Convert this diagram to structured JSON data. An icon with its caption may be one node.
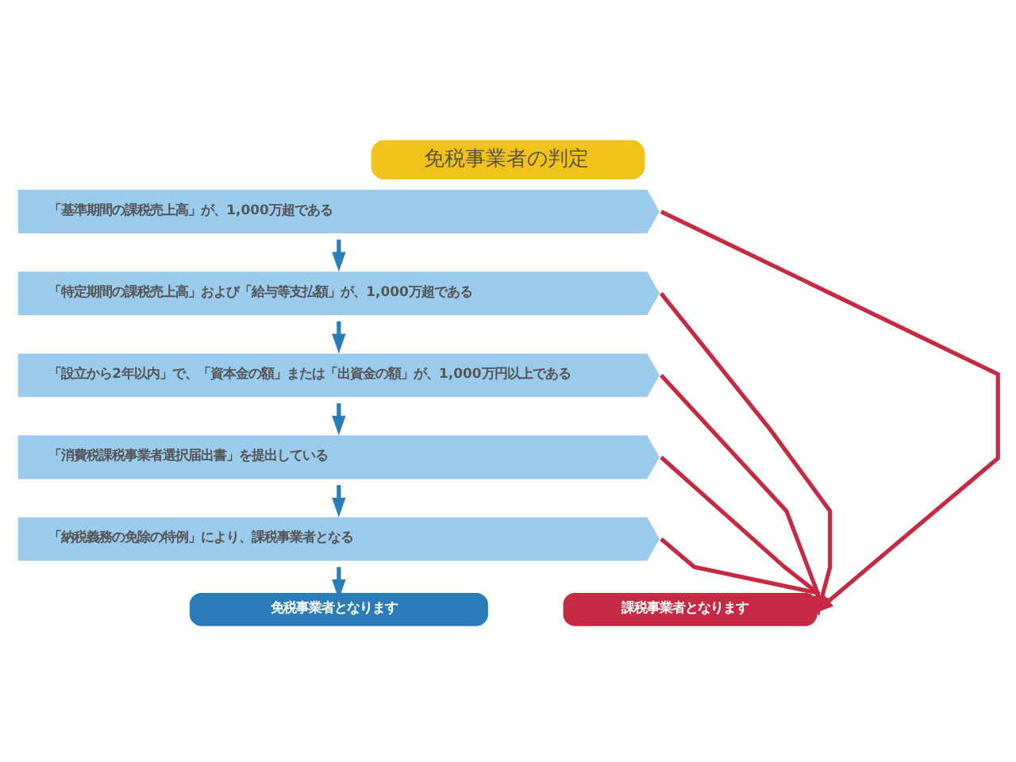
{
  "diagram": {
    "title": "免税事業者の判定",
    "nodes": [
      {
        "text": [
          "「基準期間の課税売上高」が、1,000万超である"
        ]
      },
      {
        "text": [
          "「特定期間の課税売上高」および「給与等支払額」が、1,000万超である"
        ]
      },
      {
        "text": [
          "「設立から2年以内」で、「資本金の額」または「出資金の額」が、1,000万円以上である"
        ]
      },
      {
        "text": [
          "「消費税課税事業者選択届出書」を提出している"
        ]
      },
      {
        "text": [
          "「納税義務の免除の特例」により、課税事業者となる"
        ]
      },
      {
        "text": [
          "免税事業者となります"
        ]
      },
      {
        "text": [
          "課税事業者となります"
        ]
      }
    ],
    "edges": [
      {
        "from": 0,
        "to": 1,
        "arrow": "to",
        "color": "#2a7db8"
      },
      {
        "from": 1,
        "to": 2,
        "arrow": "to",
        "color": "#2a7db8"
      },
      {
        "from": 2,
        "to": 3,
        "arrow": "to",
        "color": "#2a7db8"
      },
      {
        "from": 3,
        "to": 4,
        "arrow": "to",
        "color": "#2a7db8"
      },
      {
        "from": 4,
        "to": 5,
        "arrow": "to",
        "color": "#2a7db8"
      },
      {
        "from": 0,
        "to": 6,
        "arrow": "to",
        "color": "#c62a42"
      },
      {
        "from": 1,
        "to": 6,
        "arrow": "to",
        "color": "#c62a42"
      },
      {
        "from": 2,
        "to": 6,
        "arrow": "to",
        "color": "#c62a42"
      },
      {
        "from": 3,
        "to": 6,
        "arrow": "to",
        "color": "#c62a42"
      },
      {
        "from": 4,
        "to": 6,
        "arrow": "to",
        "color": "#c62a42"
      }
    ]
  }
}
